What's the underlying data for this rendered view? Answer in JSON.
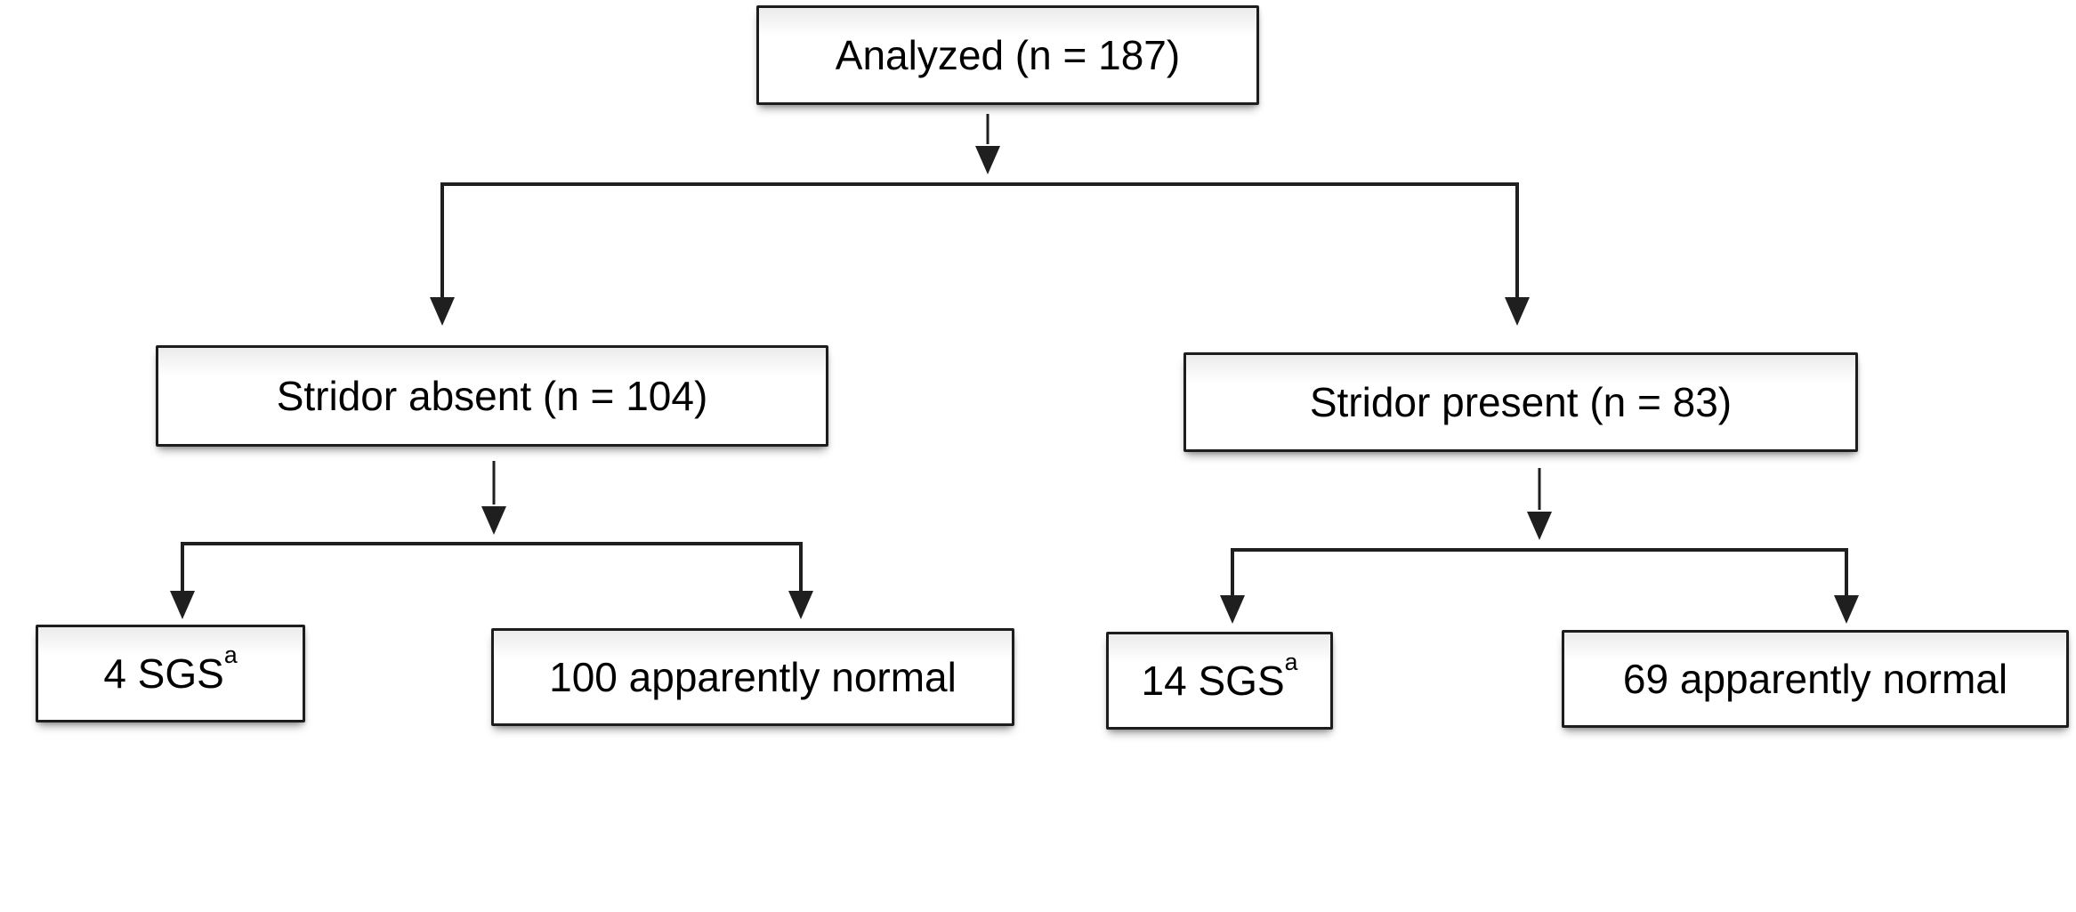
{
  "diagram": {
    "type": "flowchart",
    "colors": {
      "bg": "#ffffff",
      "line": "#1f1f1f",
      "box_border": "#1d1d1d",
      "box_fill": "#ffffff",
      "box_fill_top": "#ebebeb",
      "text": "#000000"
    },
    "nodes": {
      "analyzed": {
        "label": "Analyzed (n = 187)"
      },
      "stridor_absent": {
        "label": "Stridor absent (n = 104)"
      },
      "stridor_present": {
        "label": "Stridor present (n = 83)"
      },
      "absent_sgs": {
        "label": "4 SGS",
        "superscript": "a"
      },
      "absent_normal": {
        "label": "100 apparently normal"
      },
      "present_sgs": {
        "label": "14 SGS",
        "superscript": "a"
      },
      "present_normal": {
        "label": "69 apparently normal"
      }
    },
    "edges": [
      {
        "from": "analyzed",
        "to": "stridor_absent"
      },
      {
        "from": "analyzed",
        "to": "stridor_present"
      },
      {
        "from": "stridor_absent",
        "to": "absent_sgs"
      },
      {
        "from": "stridor_absent",
        "to": "absent_normal"
      },
      {
        "from": "stridor_present",
        "to": "present_sgs"
      },
      {
        "from": "stridor_present",
        "to": "present_normal"
      }
    ]
  }
}
